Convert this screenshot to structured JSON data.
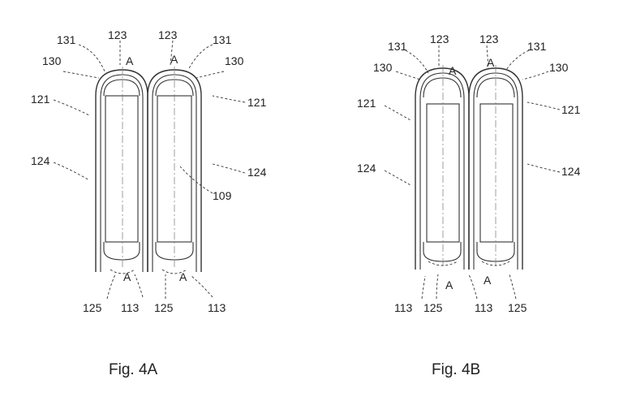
{
  "figures": [
    {
      "caption": "Fig. 4A",
      "labels": {
        "l131_left": "131",
        "l123_left": "123",
        "l123_right": "123",
        "l131_right": "131",
        "l130_left": "130",
        "l130_right": "130",
        "lA_top_left": "A",
        "lA_top_right": "A",
        "l121_left": "121",
        "l121_right": "121",
        "l124_left": "124",
        "l124_right": "124",
        "l109": "109",
        "lA_bottom_left": "A",
        "lA_bottom_right": "A",
        "l125_left": "125",
        "l113_left": "113",
        "l125_right": "125",
        "l113_right": "113"
      }
    },
    {
      "caption": "Fig. 4B",
      "labels": {
        "l131_left": "131",
        "l123_left": "123",
        "l123_right": "123",
        "l131_right": "131",
        "l130_left": "130",
        "l130_right": "130",
        "lA_top_left": "A",
        "lA_top_right": "A",
        "l121_left": "121",
        "l121_right": "121",
        "l124_left": "124",
        "l124_right": "124",
        "lA_bottom_left": "A",
        "lA_bottom_right": "A",
        "l113_left": "113",
        "l125_left": "125",
        "l113_right": "113",
        "l125_right": "125"
      }
    }
  ]
}
